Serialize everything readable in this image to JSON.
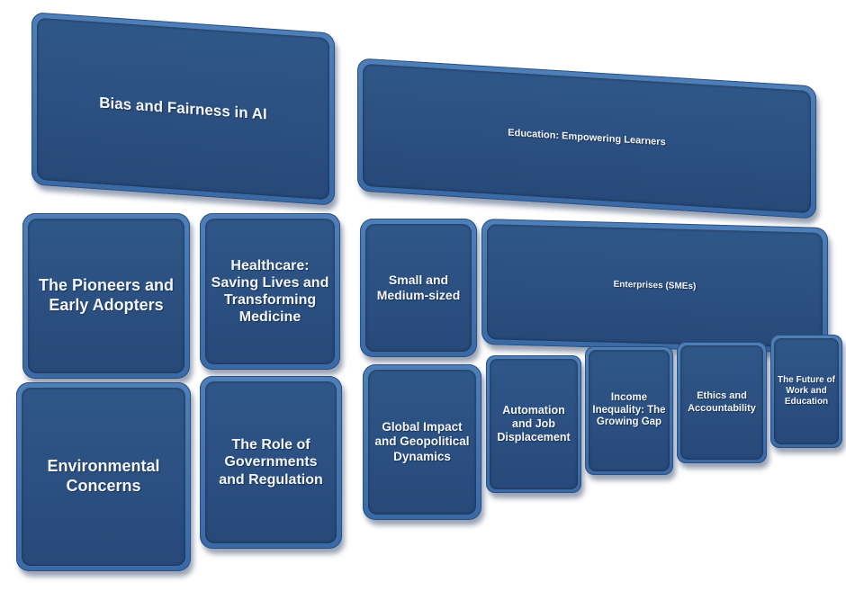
{
  "tiles": {
    "bias": "Bias and Fairness in AI",
    "education": "Education: Empowering Learners",
    "pioneers": "The Pioneers and Early Adopters",
    "healthcare": "Healthcare: Saving Lives and Transforming Medicine",
    "sme_small": "Small and Medium-sized",
    "sme_enterprises": "Enterprises (SMEs)",
    "environmental": "Environmental Concerns",
    "governments": "The Role of Governments and Regulation",
    "global": "Global Impact and Geopolitical Dynamics",
    "automation": "Automation and Job Displacement",
    "income": "Income Inequality: The Growing Gap",
    "ethics": "Ethics and Accountability",
    "future": "The Future of Work and Education"
  },
  "colors": {
    "face": "#2f5788",
    "border": "#4f7fb8",
    "text": "#f2f6fb"
  }
}
